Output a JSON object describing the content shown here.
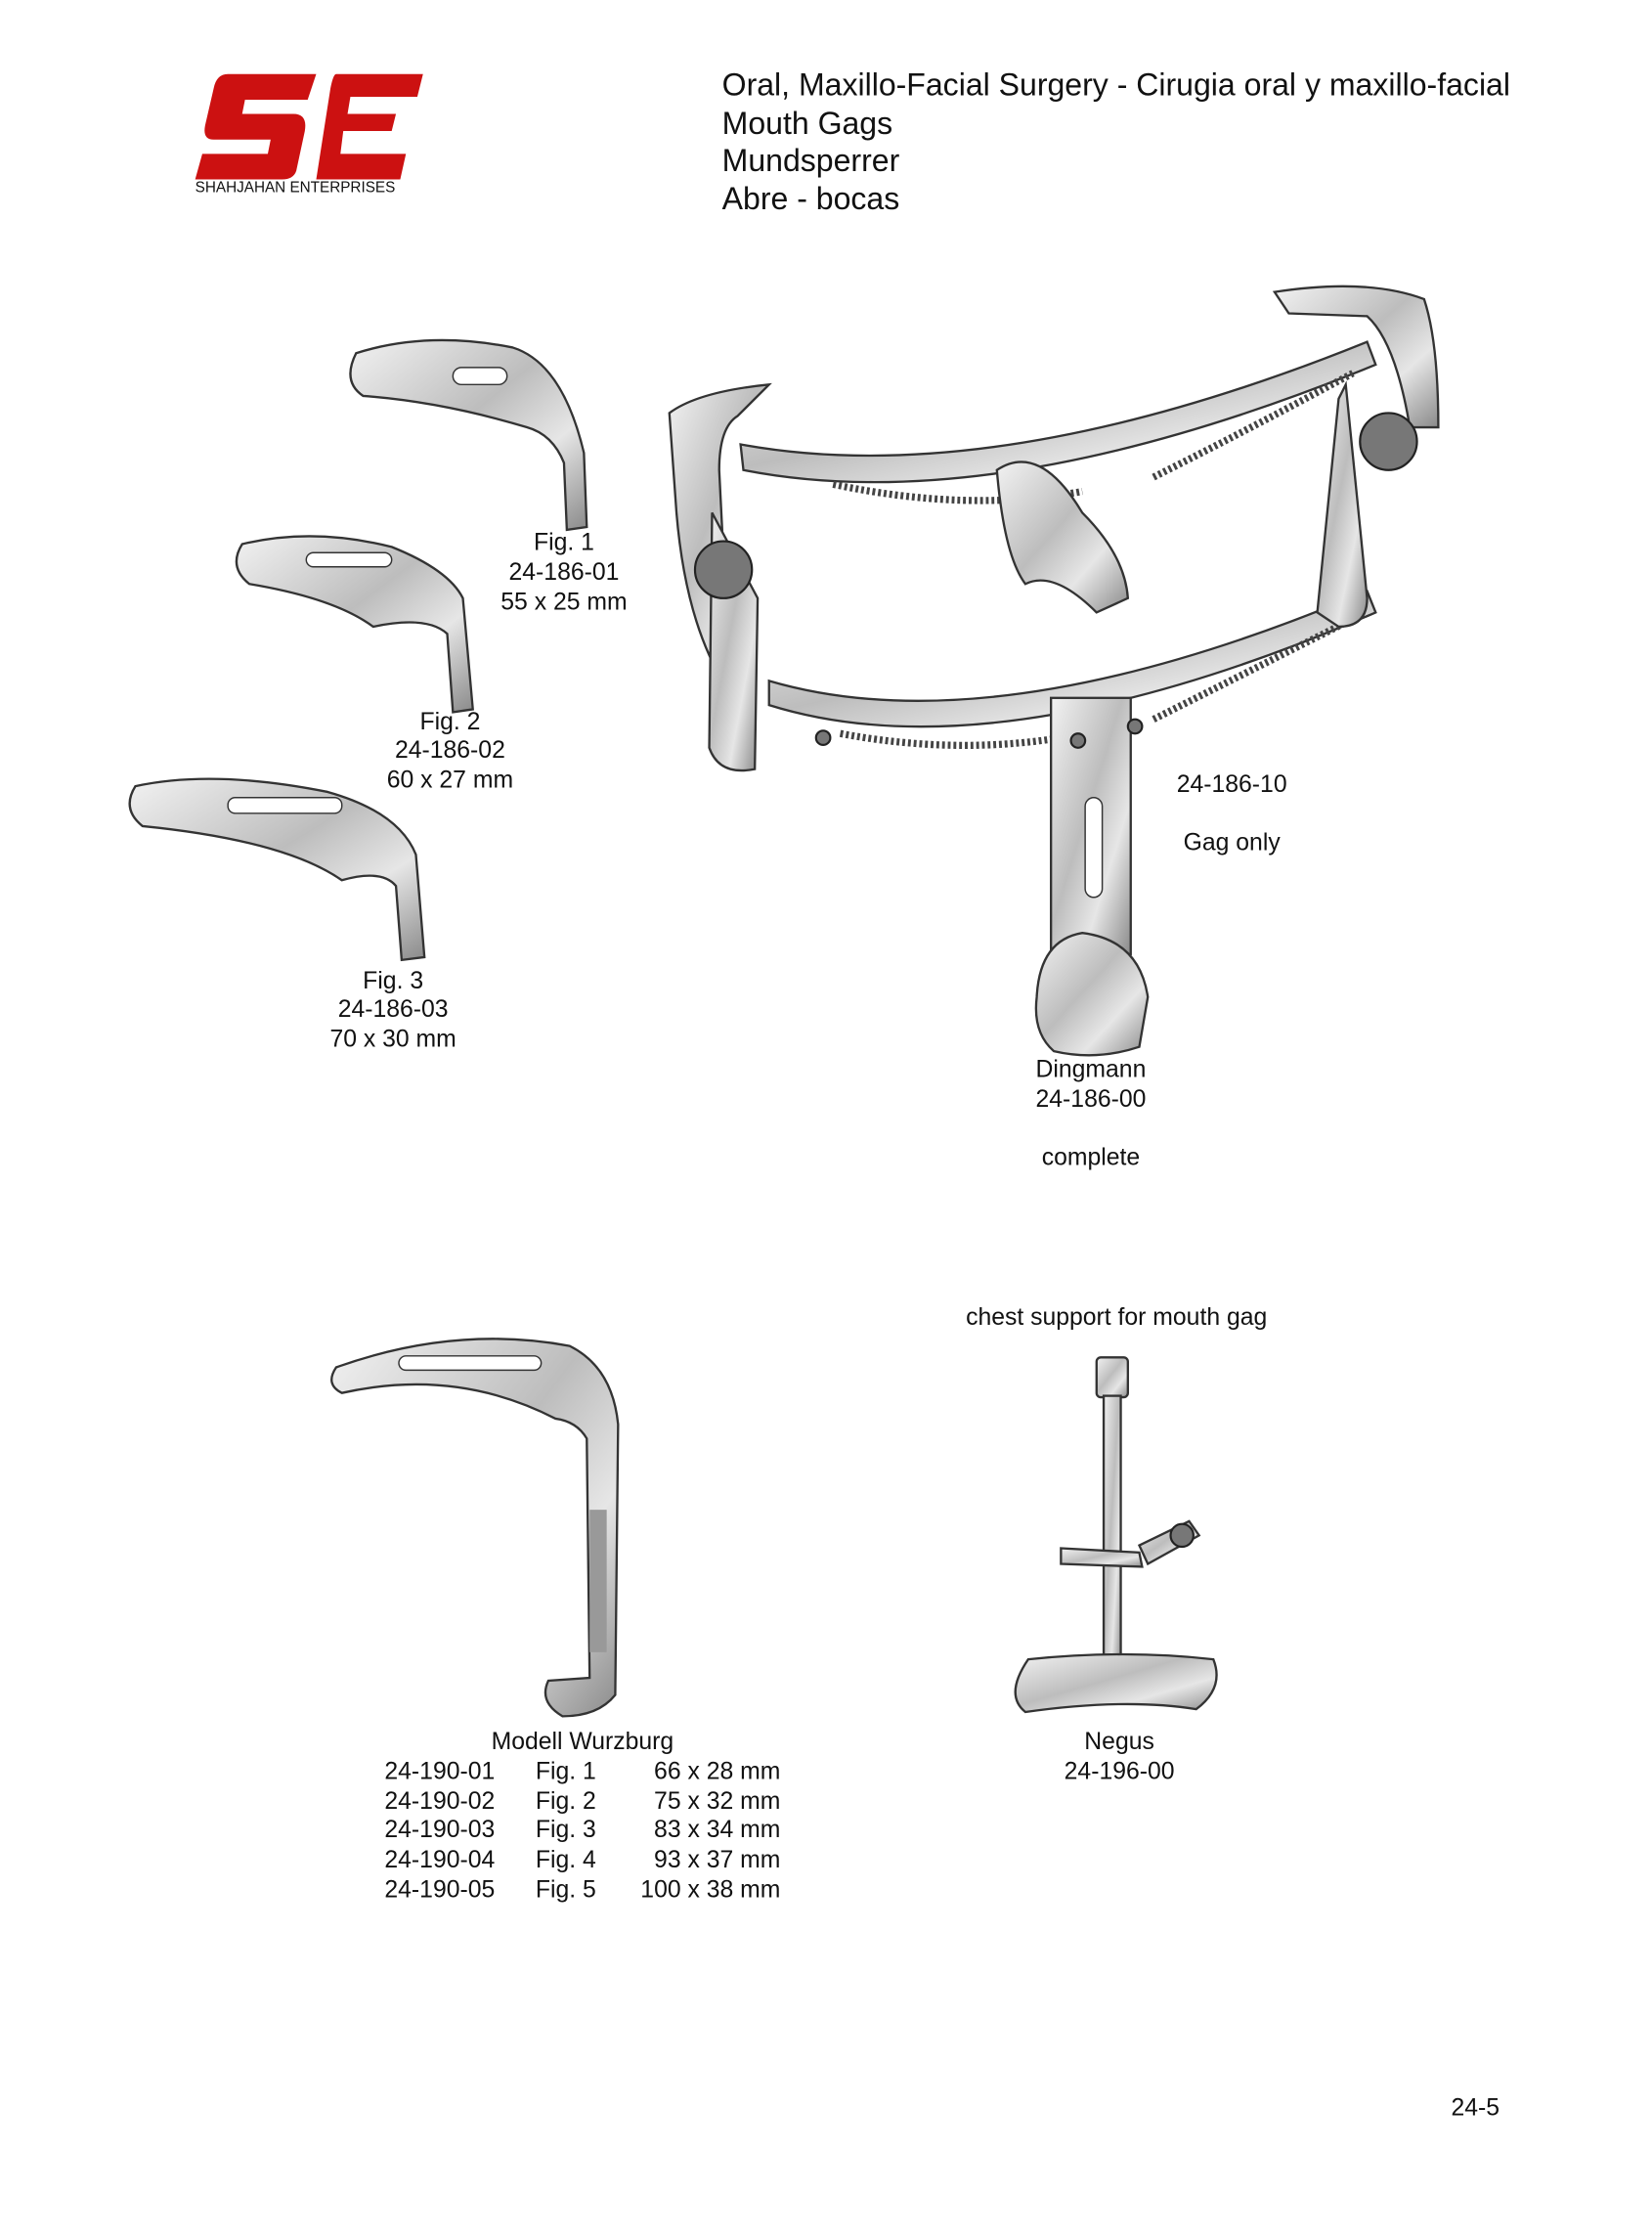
{
  "logo": {
    "mark": "SE",
    "company": "SHAHJAHAN ENTERPRISES",
    "color": "#cc1111"
  },
  "header": {
    "lines": [
      "Oral, Maxillo-Facial Surgery - Cirugia oral y maxillo-facial",
      "Mouth Gags",
      "Mundsperrer",
      "Abre - bocas"
    ]
  },
  "blades": [
    {
      "fig": "Fig. 1",
      "code": "24-186-01",
      "size": "55 x 25 mm"
    },
    {
      "fig": "Fig. 2",
      "code": "24-186-02",
      "size": "60 x 27 mm"
    },
    {
      "fig": "Fig. 3",
      "code": "24-186-03",
      "size": "70 x 30 mm"
    }
  ],
  "dingmann": {
    "gag_code": "24-186-10",
    "gag_label": "Gag only",
    "name": "Dingmann",
    "code": "24-186-00",
    "complete_label": "complete"
  },
  "wurzburg": {
    "title": "Modell Wurzburg",
    "rows": [
      {
        "code": "24-190-01",
        "fig": "Fig. 1",
        "size": "66 x 28 mm"
      },
      {
        "code": "24-190-02",
        "fig": "Fig. 2",
        "size": "75 x 32 mm"
      },
      {
        "code": "24-190-03",
        "fig": "Fig. 3",
        "size": "83 x 34 mm"
      },
      {
        "code": "24-190-04",
        "fig": "Fig. 4",
        "size": "93 x 37 mm"
      },
      {
        "code": "24-190-05",
        "fig": "Fig. 5",
        "size": "100 x 38 mm"
      }
    ]
  },
  "negus": {
    "caption": "chest support for mouth gag",
    "name": "Negus",
    "code": "24-196-00"
  },
  "page_number": "24-5"
}
